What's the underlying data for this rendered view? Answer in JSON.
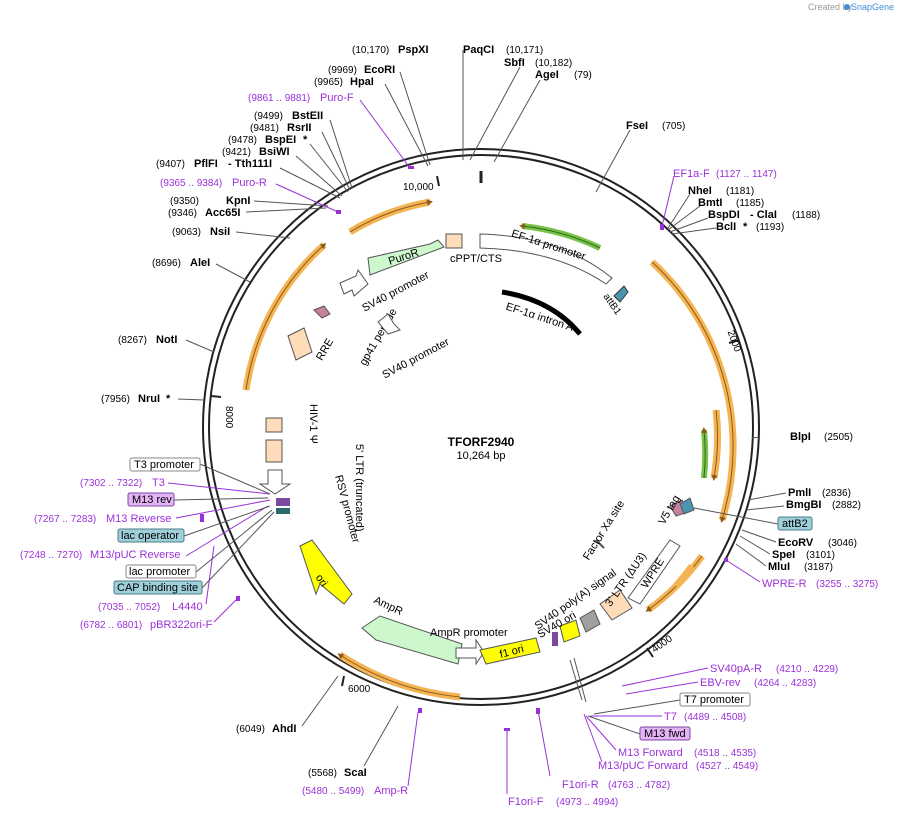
{
  "branding": {
    "created_by": "Created by",
    "product": "SnapGene"
  },
  "plasmid": {
    "name": "TFORF2940",
    "size": "10,264 bp"
  },
  "ring_ticks": [
    "10,000",
    "2000",
    "4000",
    "6000",
    "8000"
  ],
  "sites_top": [
    {
      "pos": "(10,170)",
      "name": "PspXI"
    },
    {
      "pos": "(10,171)",
      "name": "PaqCI"
    },
    {
      "pos": "(10,182)",
      "name": "SbfI"
    },
    {
      "pos": "(79)",
      "name": "AgeI"
    },
    {
      "pos": "(9969)",
      "name": "EcoRI"
    },
    {
      "pos": "(9965)",
      "name": "HpaI"
    }
  ],
  "sites_left": [
    {
      "pos": "(9499)",
      "name": "BstEII"
    },
    {
      "pos": "(9481)",
      "name": "RsrII"
    },
    {
      "pos": "(9478)",
      "name": "BspEI",
      "mark": "*"
    },
    {
      "pos": "(9421)",
      "name": "BsiWI"
    },
    {
      "pos": "(9407)",
      "name": "PflFI",
      "extra": "- Tth111I"
    },
    {
      "pos": "(9350)",
      "name": "KpnI"
    },
    {
      "pos": "(9346)",
      "name": "Acc65I"
    },
    {
      "pos": "(9063)",
      "name": "NsiI"
    },
    {
      "pos": "(8696)",
      "name": "AleI"
    },
    {
      "pos": "(8267)",
      "name": "NotI"
    },
    {
      "pos": "(7956)",
      "name": "NruI",
      "mark": "*"
    },
    {
      "pos": "(6049)",
      "name": "AhdI"
    },
    {
      "pos": "(5568)",
      "name": "ScaI"
    }
  ],
  "sites_right": [
    {
      "pos": "(705)",
      "name": "FseI"
    },
    {
      "pos": "(1181)",
      "name": "NheI"
    },
    {
      "pos": "(1185)",
      "name": "BmtI"
    },
    {
      "pos": "(1188)",
      "name": "BspDI",
      "extra": "- ClaI"
    },
    {
      "pos": "(1193)",
      "name": "BclI",
      "mark": "*"
    },
    {
      "pos": "(2505)",
      "name": "BlpI"
    },
    {
      "pos": "(2836)",
      "name": "PmlI"
    },
    {
      "pos": "(2882)",
      "name": "BmgBI"
    },
    {
      "pos": "(3046)",
      "name": "EcoRV"
    },
    {
      "pos": "(3101)",
      "name": "SpeI"
    },
    {
      "pos": "(3187)",
      "name": "MluI"
    }
  ],
  "primers": [
    {
      "range": "(9861 .. 9881)",
      "name": "Puro-F"
    },
    {
      "range": "(9365 .. 9384)",
      "name": "Puro-R"
    },
    {
      "range": "(1127 .. 1147)",
      "name": "EF1a-F"
    },
    {
      "range": "(3255 .. 3275)",
      "name": "WPRE-R"
    },
    {
      "range": "(4210 .. 4229)",
      "name": "SV40pA-R"
    },
    {
      "range": "(4264 .. 4283)",
      "name": "EBV-rev"
    },
    {
      "range": "(4489 .. 4508)",
      "name": "T7"
    },
    {
      "range": "(4518 .. 4535)",
      "name": "M13 Forward"
    },
    {
      "range": "(4527 .. 4549)",
      "name": "M13/pUC Forward"
    },
    {
      "range": "(4763 .. 4782)",
      "name": "F1ori-R"
    },
    {
      "range": "(4973 .. 4994)",
      "name": "F1ori-F"
    },
    {
      "range": "(5480 .. 5499)",
      "name": "Amp-R"
    },
    {
      "range": "(6782 .. 6801)",
      "name": "pBR322ori-F"
    },
    {
      "range": "(7035 .. 7052)",
      "name": "L4440"
    },
    {
      "range": "(7248 .. 7270)",
      "name": "M13/pUC Reverse"
    },
    {
      "range": "(7267 .. 7283)",
      "name": "M13 Reverse"
    },
    {
      "range": "(7302 .. 7322)",
      "name": "T3"
    }
  ],
  "boxed_labels": {
    "t7_promoter": "T7 promoter",
    "m13_fwd": "M13 fwd",
    "attb2": "attB2",
    "t3_promoter": "T3 promoter",
    "m13_rev": "M13 rev",
    "lac_operator": "lac operator",
    "lac_promoter": "lac promoter",
    "cap_site": "CAP binding site"
  },
  "features": {
    "puror": "PuroR",
    "sv40_promoter": "SV40 promoter",
    "sv40_promoter_2": "SV40 promoter",
    "cppt": "cPPT/CTS",
    "ef1a_promoter": "EF-1α promoter",
    "attb1": "attB1",
    "ef1a_intron": "EF-1α intron A",
    "rre": "RRE",
    "gp41": "gp41 peptide",
    "ltr5": "5' LTR (truncated)",
    "hiv1": "HIV-1 Ψ",
    "rsv": "RSV promoter",
    "ori": "ori",
    "ampr": "AmpR",
    "ampr_promoter": "AmpR promoter",
    "f1_ori": "f1 ori",
    "sv40_ori": "SV40 ori",
    "sv40_polya": "SV40 poly(A) signal",
    "ltr3": "3' LTR (ΔU3)",
    "wpre": "WPRE",
    "factor_xa": "Factor Xa site",
    "v5_tag": "V5 tag"
  },
  "colors": {
    "orf": "#f5b454",
    "orf_dark": "#a0661f",
    "green_orf": "#79c24a",
    "promoter": "#ffffff",
    "selection": "#cdf7cd",
    "ori": "#ffff00",
    "ltr": "#ffdcb9",
    "primer": "#9b30d9",
    "box_teal": "#9fd0da",
    "box_purple": "#e3b3f6"
  }
}
